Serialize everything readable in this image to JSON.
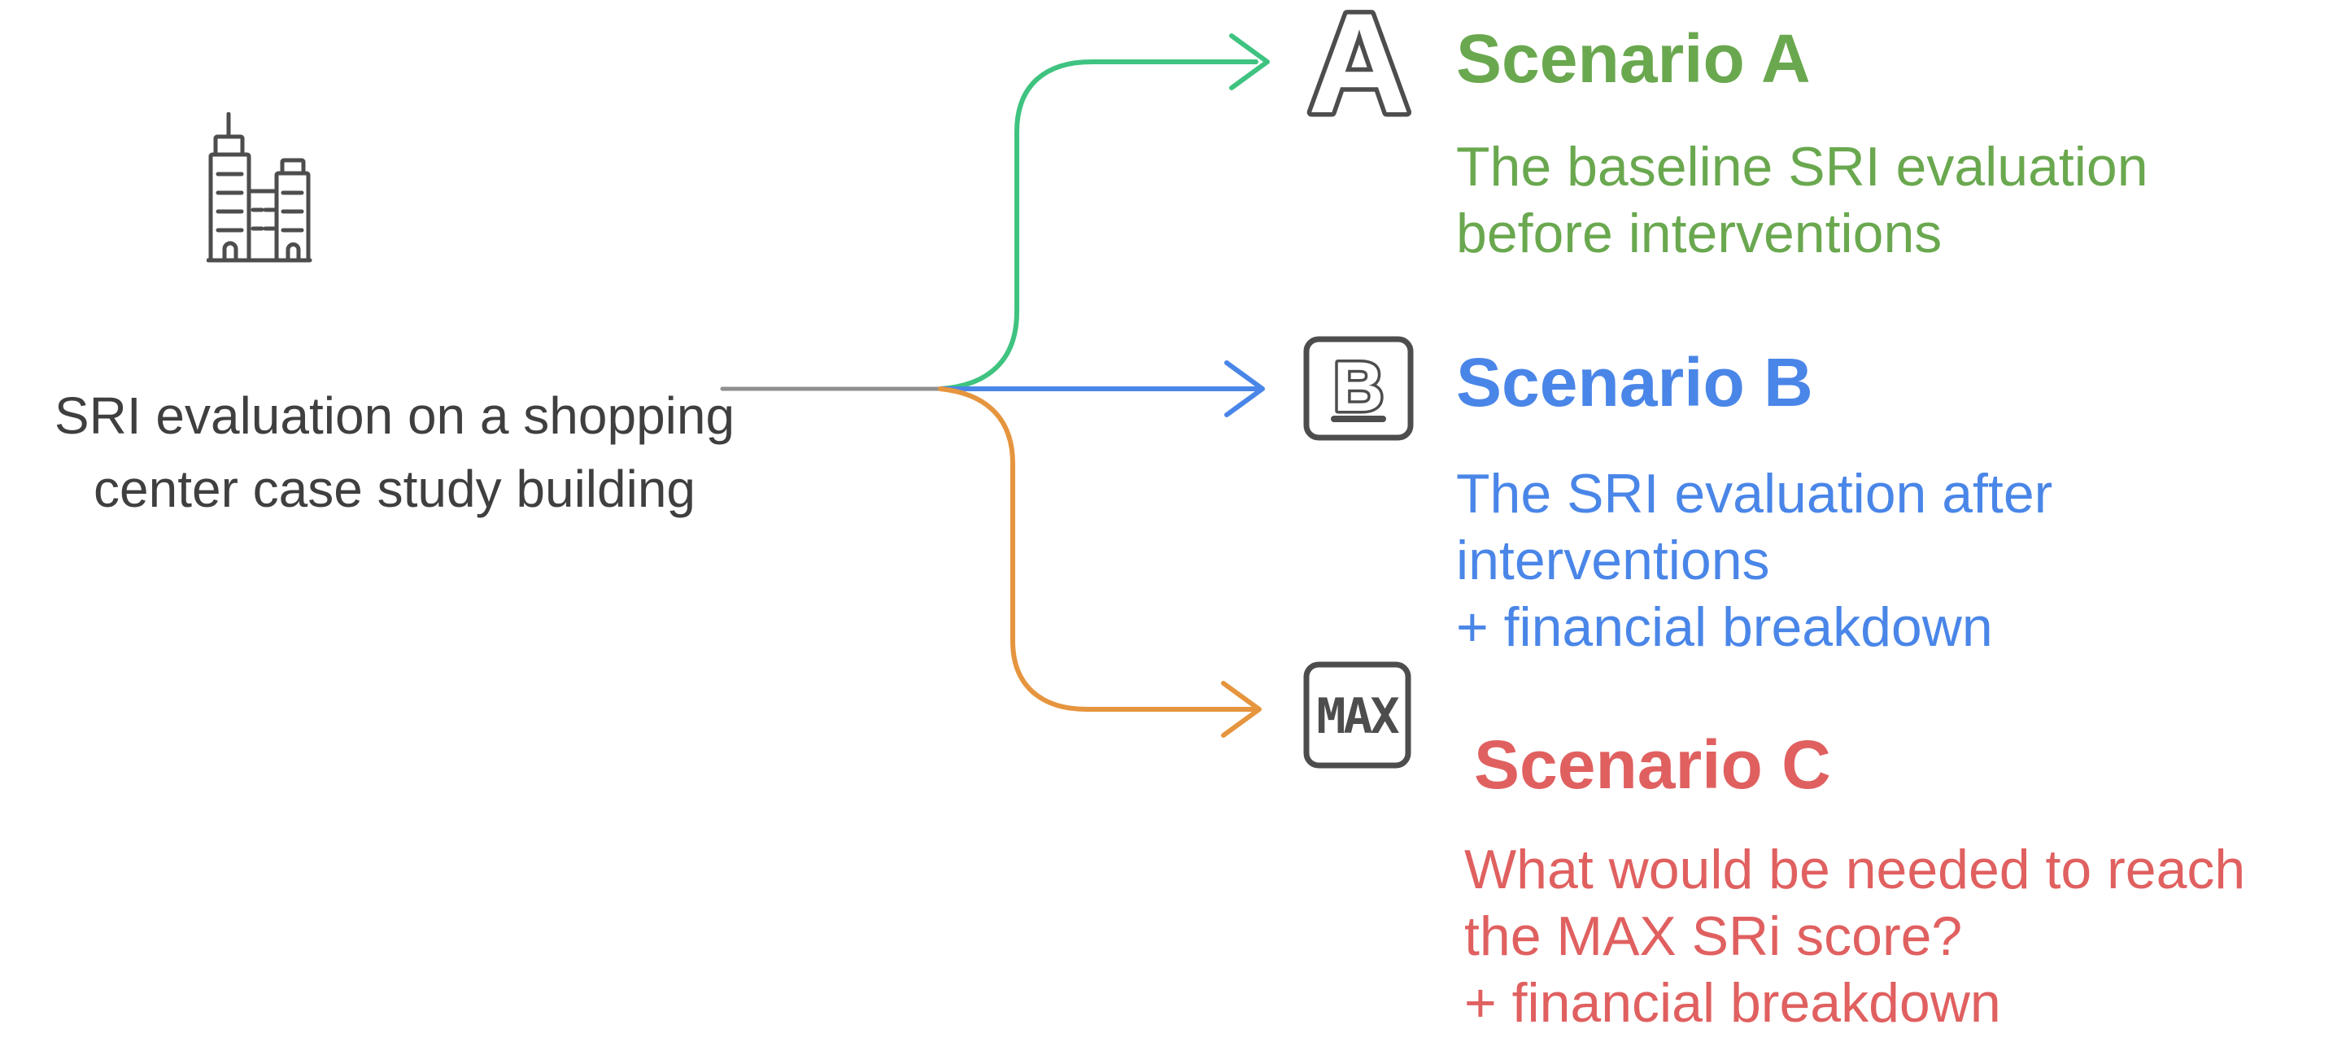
{
  "colors": {
    "root_text": "#3f3f3f",
    "icon_stroke": "#4d4d4d",
    "connector_gray": "#8f8f8f",
    "branch_green": "#3fc380",
    "branch_blue": "#4a86e8",
    "branch_orange": "#e6953f",
    "scenario_a": "#6aa84f",
    "scenario_b": "#4a86e8",
    "scenario_c": "#e06060"
  },
  "root": {
    "icon": "buildings-icon",
    "caption_lines": [
      "SRI evaluation on a shopping",
      "center case study building"
    ]
  },
  "scenarios": [
    {
      "id": "A",
      "icon": "letter-a-icon",
      "icon_label": "A",
      "title": "Scenario A",
      "description_lines": [
        "The baseline SRI evaluation",
        "before interventions"
      ]
    },
    {
      "id": "B",
      "icon": "boxed-letter-b-icon",
      "icon_label": "B",
      "title": "Scenario B",
      "description_lines": [
        "The SRI evaluation after",
        "interventions",
        "+ financial breakdown"
      ]
    },
    {
      "id": "C",
      "icon": "boxed-max-icon",
      "icon_label": "MAX",
      "title": "Scenario C",
      "description_lines": [
        "What would be needed to reach",
        "the MAX SRi score?",
        "+ financial breakdown"
      ]
    }
  ]
}
